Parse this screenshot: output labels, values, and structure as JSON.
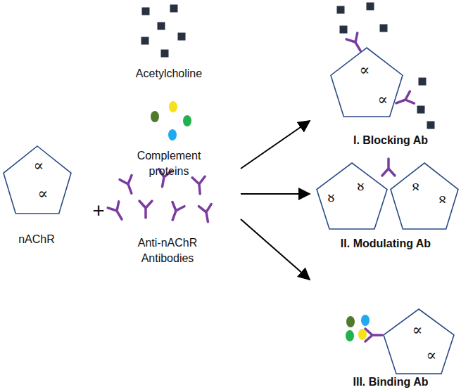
{
  "diagram": {
    "nodes": [
      {
        "text": [
          "∝",
          "∝",
          "nAChR"
        ]
      },
      {
        "text": [
          "∝",
          "∝",
          "I. Blocking Ab"
        ]
      },
      {
        "text": [
          "∝",
          "∝"
        ]
      },
      {
        "text": [
          "∝",
          "∝"
        ]
      },
      {
        "text": [
          "∝",
          "∝",
          "III. Binding Ab"
        ]
      }
    ],
    "labels": [
      "+",
      "Acetylcholine",
      "Complement proteins",
      "Anti-nAChR Antibodies",
      "II. Modulating Ab"
    ]
  }
}
